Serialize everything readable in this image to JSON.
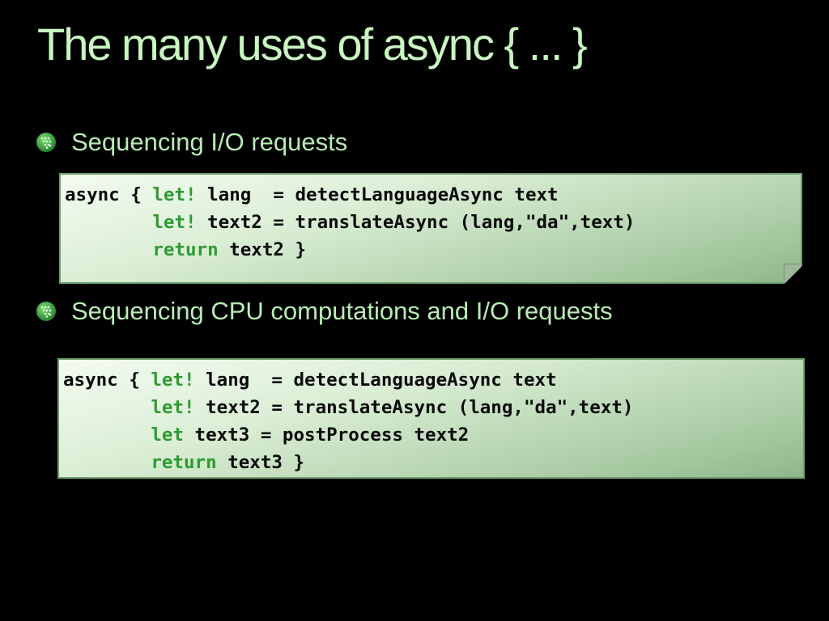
{
  "slide": {
    "title": "The many uses of async { ... }",
    "bullets": [
      "Sequencing I/O requests",
      "Sequencing CPU computations and I/O requests"
    ],
    "code_blocks": [
      {
        "lines": [
          {
            "pre": "async { ",
            "kw": "let!",
            "post": " lang  = detectLanguageAsync text"
          },
          {
            "pre": "        ",
            "kw": "let!",
            "post": " text2 = translateAsync (lang,\"da\",text)"
          },
          {
            "pre": "        ",
            "kw": "return",
            "post": " text2 }"
          }
        ]
      },
      {
        "lines": [
          {
            "pre": "async { ",
            "kw": "let!",
            "post": " lang  = detectLanguageAsync text"
          },
          {
            "pre": "        ",
            "kw": "let!",
            "post": " text2 = translateAsync (lang,\"da\",text)"
          },
          {
            "pre": "        ",
            "kw": "let",
            "post": " text3 = postProcess text2"
          },
          {
            "pre": "        ",
            "kw": "return",
            "post": " text3 }"
          }
        ]
      }
    ]
  },
  "colors": {
    "background": "#000000",
    "title": "#c8f5c0",
    "bullet_text": "#b8ecb4",
    "keyword": "#2e9a33",
    "code_text": "#0a0a0a"
  },
  "icons": {
    "bullet": "green-dotted-arrow-bullet-icon"
  }
}
